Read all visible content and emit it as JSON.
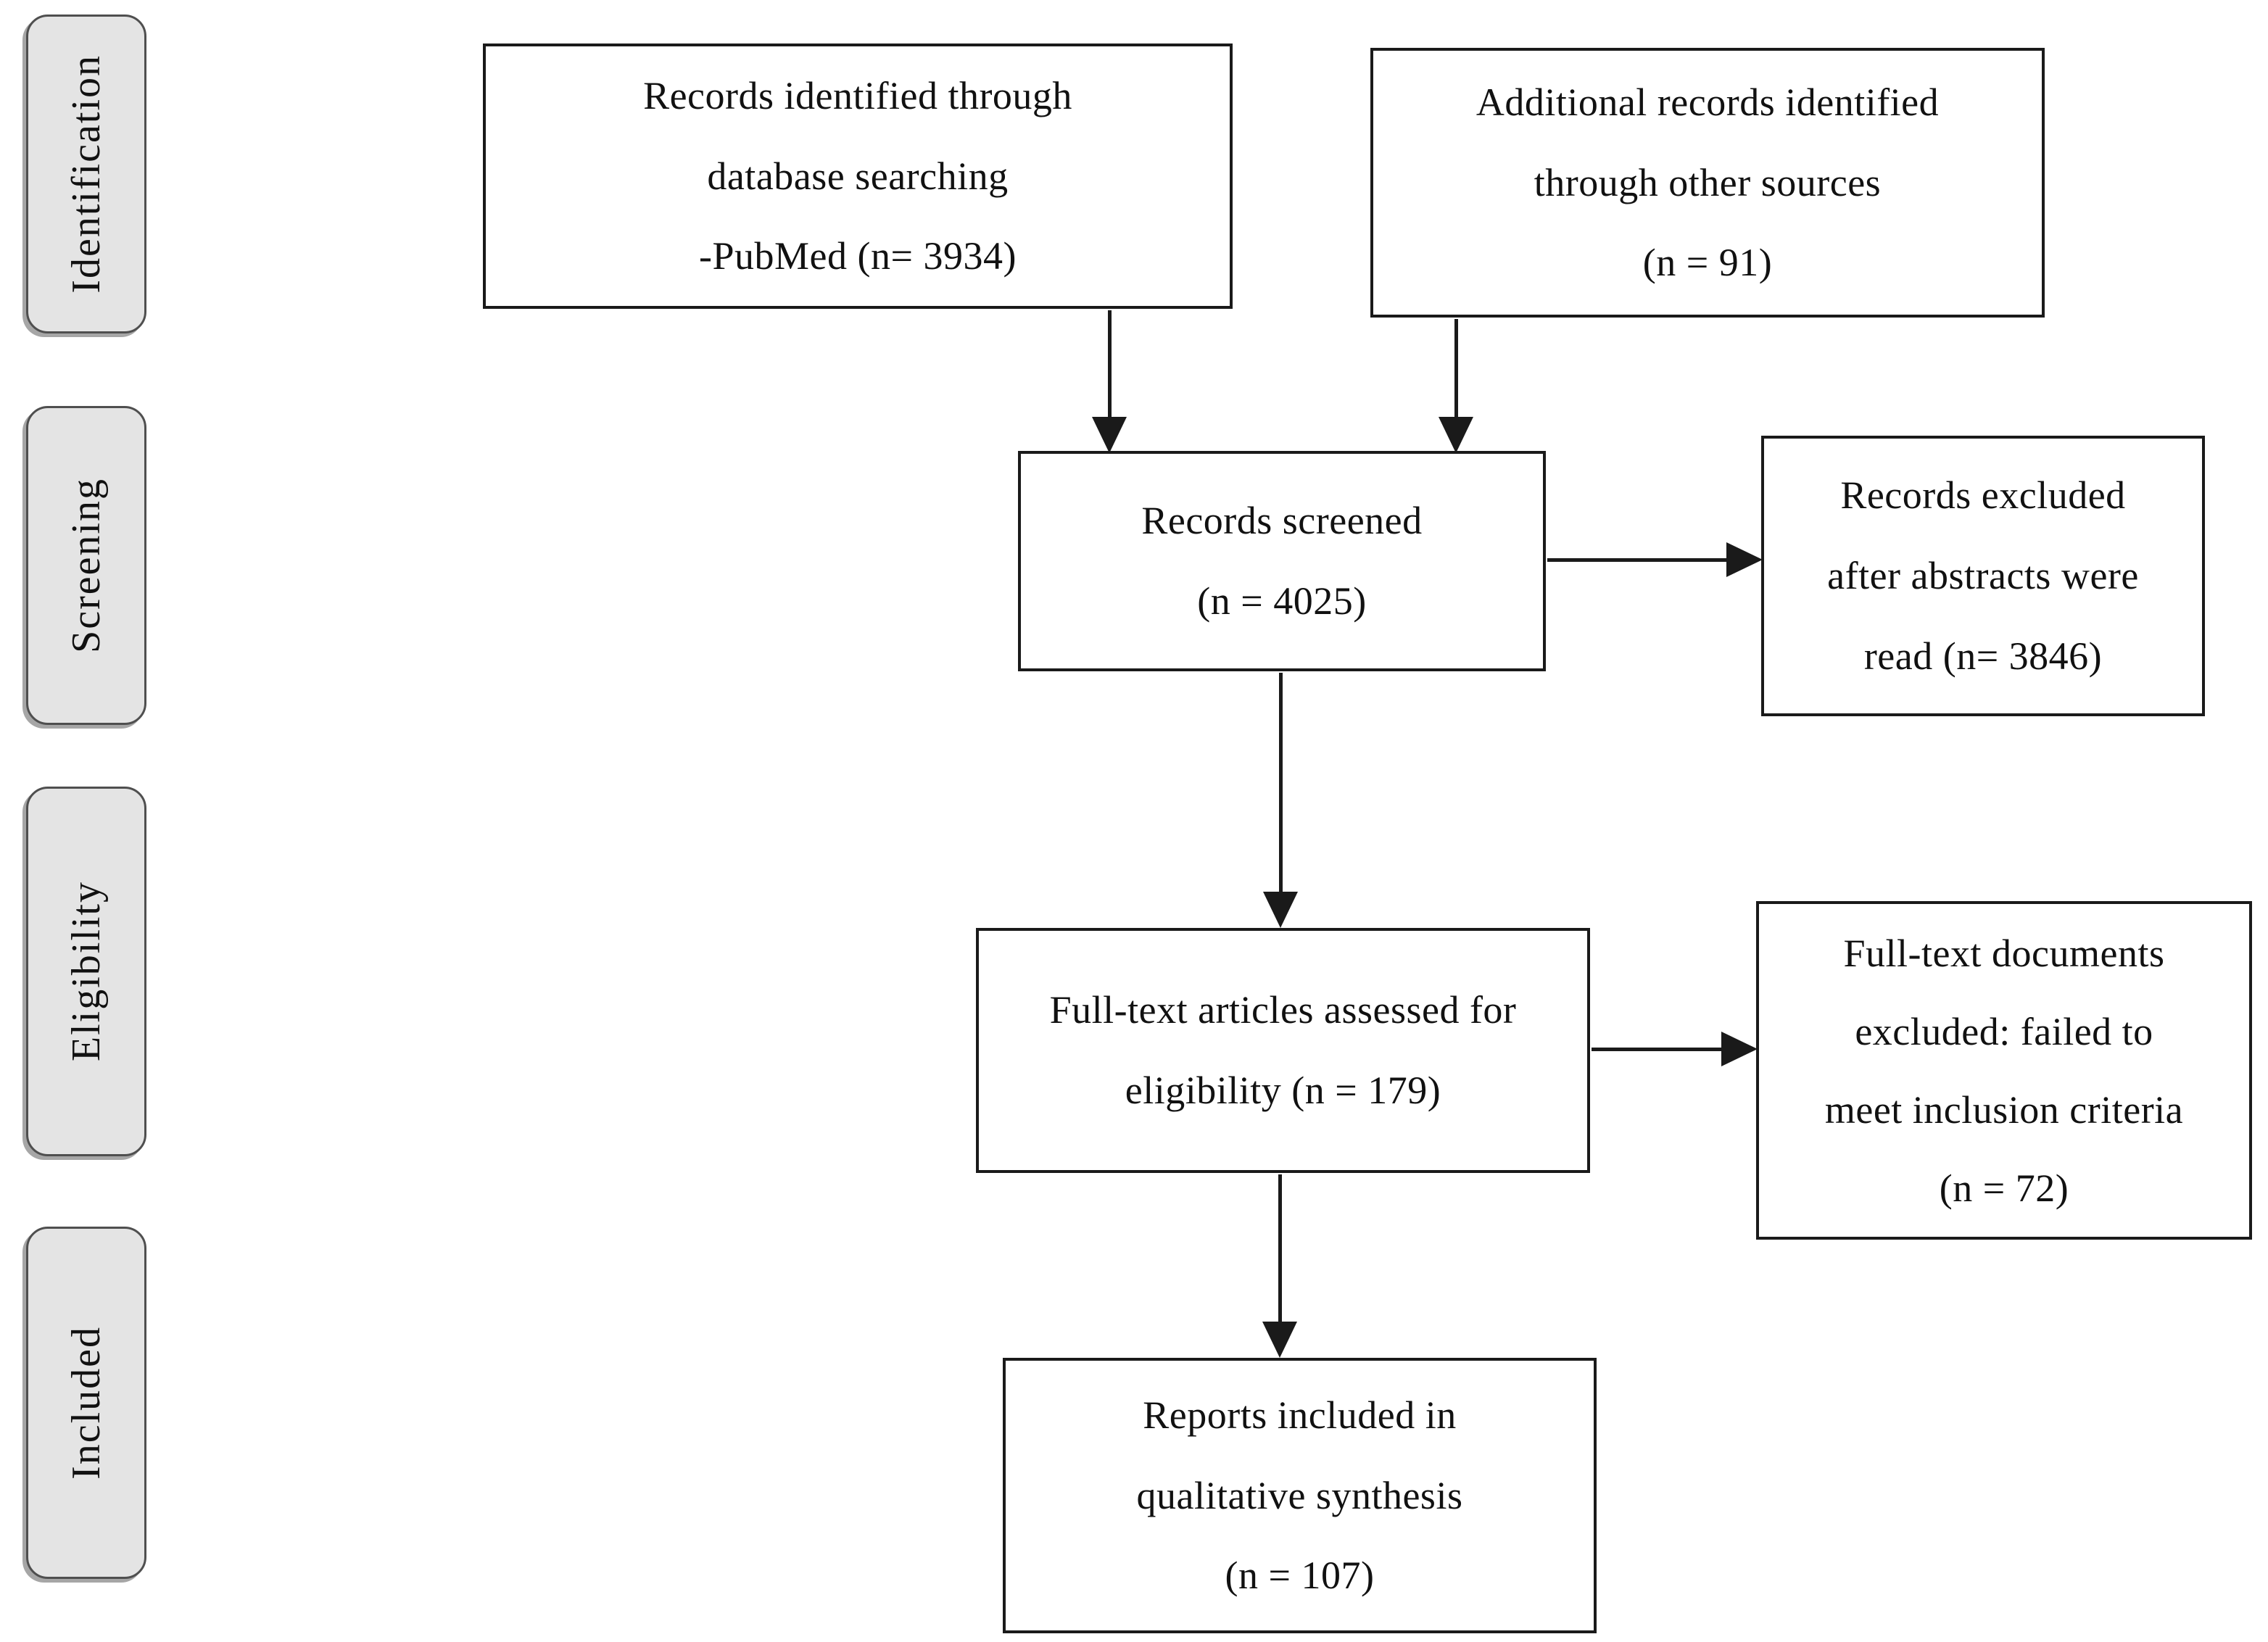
{
  "diagram": {
    "type": "prisma-flowchart",
    "stages": [
      "Identification",
      "Screening",
      "Eligibility",
      "Included"
    ],
    "boxes": {
      "records_identified": {
        "lines": [
          "Records identified through",
          "database searching",
          "-PubMed (n= 3934)"
        ],
        "n": "3934"
      },
      "additional_records": {
        "lines": [
          "Additional records identified",
          "through other sources",
          "(n = 91)"
        ],
        "n": "91"
      },
      "records_screened": {
        "lines": [
          "Records screened",
          "(n = 4025)"
        ],
        "n": "4025"
      },
      "records_excluded": {
        "lines": [
          "Records excluded",
          "after abstracts were",
          "read (n= 3846)"
        ],
        "n": "3846"
      },
      "fulltext_assessed": {
        "lines": [
          "Full-text articles assessed for",
          "eligibility (n = 179)"
        ],
        "n": "179"
      },
      "fulltext_excluded": {
        "lines": [
          "Full-text documents",
          "excluded: failed to",
          "meet inclusion criteria",
          "(n = 72)"
        ],
        "n": "72"
      },
      "reports_included": {
        "lines": [
          "Reports included in",
          "qualitative synthesis",
          "(n = 107)"
        ],
        "n": "107"
      }
    },
    "colors": {
      "background": "#ffffff",
      "box_fill": "#ffffff",
      "box_border": "#1a1a1a",
      "stage_fill": "#e4e4e4",
      "stage_border": "#4f4f4f",
      "arrow": "#1a1a1a"
    }
  }
}
